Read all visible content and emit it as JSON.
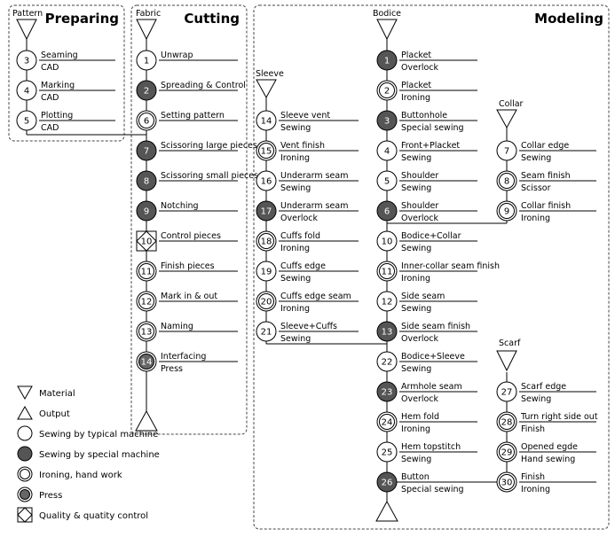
{
  "sections": {
    "preparing": {
      "title": "Preparing",
      "input": "Pattern"
    },
    "cutting": {
      "title": "Cutting",
      "input": "Fabric"
    },
    "modeling": {
      "title": "Modeling"
    }
  },
  "materials": {
    "bodice": "Bodice",
    "sleeve": "Sleeve",
    "collar": "Collar",
    "scarf": "Scarf"
  },
  "steps": {
    "preparing": [
      {
        "num": "3",
        "name": "Seaming",
        "machine": "CAD",
        "kind": "typical"
      },
      {
        "num": "4",
        "name": "Marking",
        "machine": "CAD",
        "kind": "typical"
      },
      {
        "num": "5",
        "name": "Plotting",
        "machine": "CAD",
        "kind": "typical"
      }
    ],
    "cutting": [
      {
        "num": "1",
        "name": "Unwrap",
        "machine": "",
        "kind": "typical"
      },
      {
        "num": "2",
        "name": "Spreading & Control",
        "machine": "",
        "kind": "special"
      },
      {
        "num": "6",
        "name": "Setting pattern",
        "machine": "",
        "kind": "ironing"
      },
      {
        "num": "7",
        "name": "Scissoring large pieces",
        "machine": "",
        "kind": "special"
      },
      {
        "num": "8",
        "name": "Scissoring small pieces",
        "machine": "",
        "kind": "special"
      },
      {
        "num": "9",
        "name": "Notching",
        "machine": "",
        "kind": "special"
      },
      {
        "num": "10",
        "name": "Control pieces",
        "machine": "",
        "kind": "quality"
      },
      {
        "num": "11",
        "name": "Finish pieces",
        "machine": "",
        "kind": "ironing"
      },
      {
        "num": "12",
        "name": "Mark in & out",
        "machine": "",
        "kind": "ironing"
      },
      {
        "num": "13",
        "name": "Naming",
        "machine": "",
        "kind": "ironing"
      },
      {
        "num": "14",
        "name": "Interfacing",
        "machine": "Press",
        "kind": "press"
      }
    ],
    "sleeve": [
      {
        "num": "14",
        "name": "Sleeve vent",
        "machine": "Sewing",
        "kind": "typical"
      },
      {
        "num": "15",
        "name": "Vent finish",
        "machine": "Ironing",
        "kind": "ironing"
      },
      {
        "num": "16",
        "name": "Underarm seam",
        "machine": "Sewing",
        "kind": "typical"
      },
      {
        "num": "17",
        "name": "Underarm seam",
        "machine": "Overlock",
        "kind": "special"
      },
      {
        "num": "18",
        "name": "Cuffs fold",
        "machine": "Ironing",
        "kind": "ironing"
      },
      {
        "num": "19",
        "name": "Cuffs edge",
        "machine": "Sewing",
        "kind": "typical"
      },
      {
        "num": "20",
        "name": "Cuffs edge seam",
        "machine": "Ironing",
        "kind": "ironing"
      },
      {
        "num": "21",
        "name": "Sleeve+Cuffs",
        "machine": "Sewing",
        "kind": "typical"
      }
    ],
    "bodice": [
      {
        "num": "1",
        "name": "Placket",
        "machine": "Overlock",
        "kind": "special"
      },
      {
        "num": "2",
        "name": "Placket",
        "machine": "Ironing",
        "kind": "ironing"
      },
      {
        "num": "3",
        "name": "Buttonhole",
        "machine": "Special sewing",
        "kind": "special"
      },
      {
        "num": "4",
        "name": "Front+Placket",
        "machine": "Sewing",
        "kind": "typical"
      },
      {
        "num": "5",
        "name": "Shoulder",
        "machine": "Sewing",
        "kind": "typical"
      },
      {
        "num": "6",
        "name": "Shoulder",
        "machine": "Overlock",
        "kind": "special"
      },
      {
        "num": "10",
        "name": "Bodice+Collar",
        "machine": "Sewing",
        "kind": "typical"
      },
      {
        "num": "11",
        "name": "Inner-collar seam finish",
        "machine": "Ironing",
        "kind": "ironing"
      },
      {
        "num": "12",
        "name": "Side seam",
        "machine": "Sewing",
        "kind": "typical"
      },
      {
        "num": "13",
        "name": "Side seam finish",
        "machine": "Overlock",
        "kind": "special"
      },
      {
        "num": "22",
        "name": "Bodice+Sleeve",
        "machine": "Sewing",
        "kind": "typical"
      },
      {
        "num": "23",
        "name": "Armhole seam",
        "machine": "Overlock",
        "kind": "special"
      },
      {
        "num": "24",
        "name": "Hem fold",
        "machine": "Ironing",
        "kind": "ironing"
      },
      {
        "num": "25",
        "name": "Hem topstitch",
        "machine": "Sewing",
        "kind": "typical"
      },
      {
        "num": "26",
        "name": "Button",
        "machine": "Special sewing",
        "kind": "special"
      }
    ],
    "collar": [
      {
        "num": "7",
        "name": "Collar edge",
        "machine": "Sewing",
        "kind": "typical"
      },
      {
        "num": "8",
        "name": "Seam finish",
        "machine": "Scissor",
        "kind": "ironing"
      },
      {
        "num": "9",
        "name": "Collar finish",
        "machine": "Ironing",
        "kind": "ironing"
      }
    ],
    "scarf": [
      {
        "num": "27",
        "name": "Scarf edge",
        "machine": "Sewing",
        "kind": "typical"
      },
      {
        "num": "28",
        "name": "Turn right side out",
        "machine": "Finish",
        "kind": "ironing"
      },
      {
        "num": "29",
        "name": "Opened egde",
        "machine": "Hand sewing",
        "kind": "ironing"
      },
      {
        "num": "30",
        "name": "Finish",
        "machine": "Ironing",
        "kind": "ironing"
      }
    ]
  },
  "legend": [
    {
      "symbol": "material",
      "label": "Material"
    },
    {
      "symbol": "output",
      "label": "Output"
    },
    {
      "symbol": "typical",
      "label": "Sewing by typical machine"
    },
    {
      "symbol": "special",
      "label": "Sewing by special machine"
    },
    {
      "symbol": "ironing",
      "label": "Ironing, hand work"
    },
    {
      "symbol": "press",
      "label": "Press"
    },
    {
      "symbol": "quality",
      "label": "Quality & quatity control"
    }
  ],
  "colors": {
    "special_fill": "#555555",
    "press_fill": "#666666",
    "line": "#000000"
  }
}
